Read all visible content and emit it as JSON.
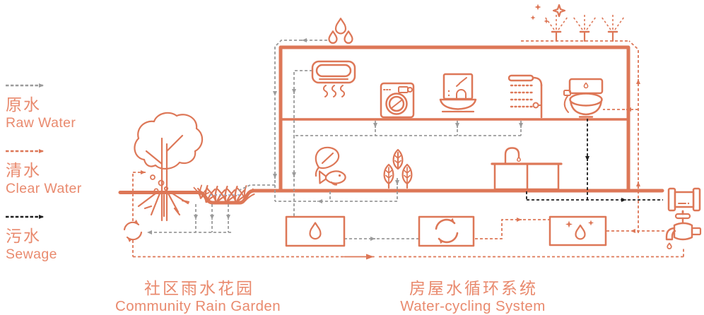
{
  "colors": {
    "accent_orange": "#dd7757",
    "text_coral": "#e98a6e",
    "raw_water_gray": "#9b9b9b",
    "sewage_black": "#1f1f1f",
    "pond_blue": "#8fa8cc"
  },
  "legend": {
    "items": [
      {
        "id": "raw-water",
        "label_zh": "原水",
        "label_en": "Raw Water"
      },
      {
        "id": "clear-water",
        "label_zh": "清水",
        "label_en": "Clear Water"
      },
      {
        "id": "sewage",
        "label_zh": "污水",
        "label_en": "Sewage"
      }
    ]
  },
  "captions": {
    "garden_zh": "社区雨水花园",
    "garden_en": "Community Rain Garden",
    "house_zh": "房屋水循环系统",
    "house_en": "Water-cycling System"
  }
}
